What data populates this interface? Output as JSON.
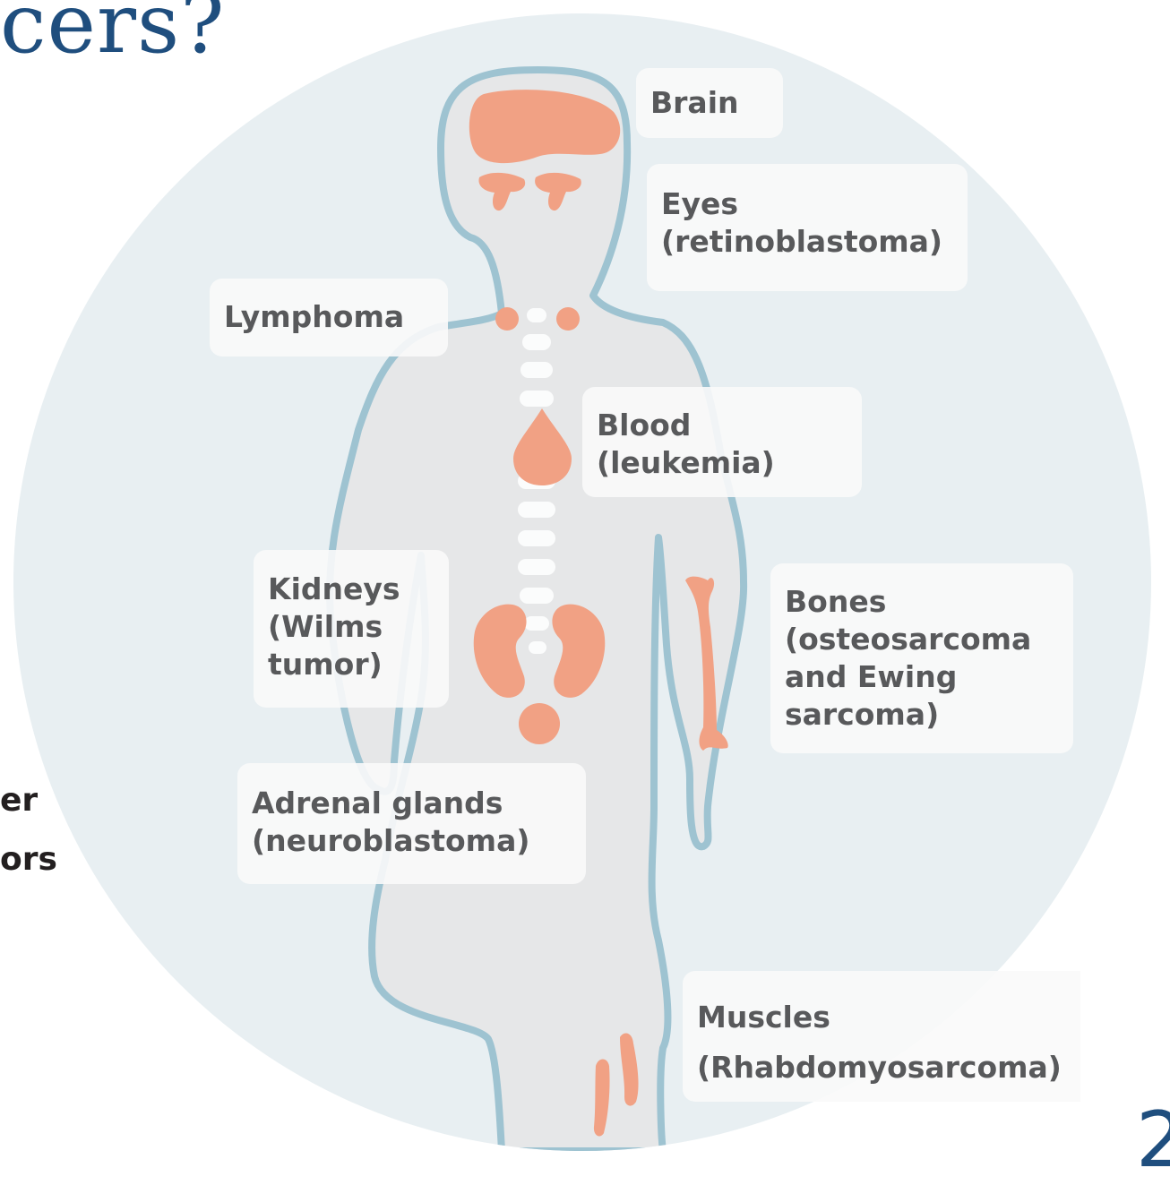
{
  "title_fragment": "cers?",
  "side_text": [
    "er",
    "ors"
  ],
  "page_number_fragment": "2",
  "colors": {
    "circle": "#e8eff2",
    "body_fill": "#e6e7e8",
    "outline": "#9ec3d1",
    "organ": "#f1a184",
    "spine": "#fbfcfc",
    "label_text": "#58595b",
    "title": "#1f4e7e"
  },
  "labels": {
    "brain": [
      "Brain"
    ],
    "eyes": [
      "Eyes",
      "(retinoblastoma)"
    ],
    "lymphoma": [
      "Lymphoma"
    ],
    "blood": [
      "Blood",
      "(leukemia)"
    ],
    "kidneys": [
      "Kidneys",
      "(Wilms",
      "tumor)"
    ],
    "bones": [
      "Bones",
      "(osteosarcoma",
      "and Ewing",
      "sarcoma)"
    ],
    "adrenal": [
      "Adrenal glands",
      "(neuroblastoma)"
    ],
    "muscles": [
      "Muscles",
      "(Rhabdomyosarcoma)"
    ]
  }
}
